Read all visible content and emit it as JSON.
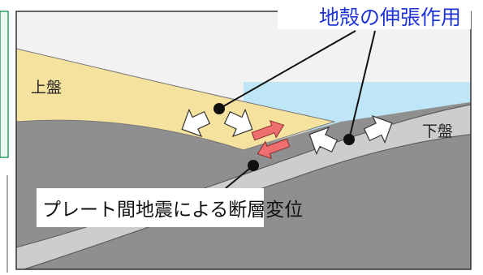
{
  "diagram": {
    "title": "地殻の伸張作用",
    "upper_plate_label": "上盤",
    "lower_plate_label": "下盤",
    "caption": "プレート間地震による断層変位",
    "colors": {
      "title_text": "#1e33d6",
      "upper_plate": "#f6e29f",
      "sea": "#bfe6f7",
      "sky": "#f2f2f2",
      "mantle": "#8f8f8f",
      "slab": "#cdcdcd",
      "slip_arrow": "#ef6f6f",
      "left_panel_edge": "#2f9c6a"
    }
  }
}
